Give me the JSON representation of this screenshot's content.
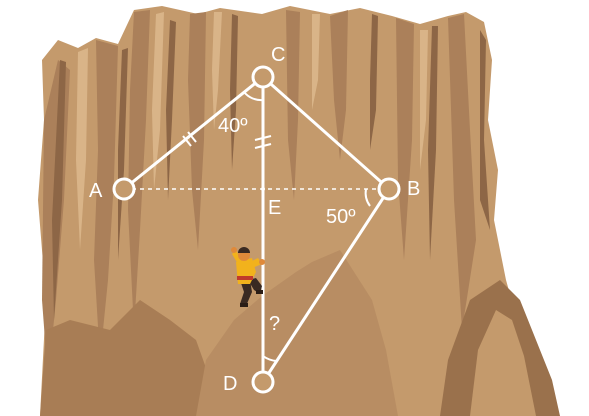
{
  "colors": {
    "rock_light": "#c49a6c",
    "rock_mid": "#ab805a",
    "rock_dark": "#8d6646",
    "rock_shadow": "#7a5538",
    "rock_highlight": "#d9b488",
    "line": "#ffffff",
    "climber_shirt": "#f2b21c",
    "climber_pants": "#3a2a22",
    "climber_skin": "#e08a3a"
  },
  "points": {
    "A": "A",
    "B": "B",
    "C": "C",
    "D": "D",
    "E": "E"
  },
  "angles": {
    "at_C": "40º",
    "at_B": "50º",
    "at_D": "?"
  }
}
